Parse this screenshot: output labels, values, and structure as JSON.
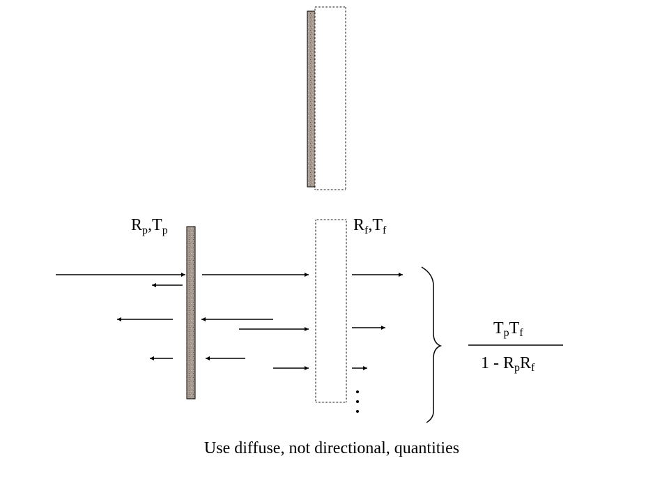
{
  "labels": {
    "pane": {
      "main": "R",
      "sub1": "p",
      "mid": ",T",
      "sub2": "p"
    },
    "film": {
      "main": "R",
      "sub1": "f",
      "mid": ",T",
      "sub2": "f"
    }
  },
  "formula": {
    "numerator": {
      "t1": "T",
      "s1": "p",
      "t2": "T",
      "s2": "f"
    },
    "denominator": {
      "t1": "1 - R",
      "s1": "p",
      "t2": "R",
      "s2": "f"
    }
  },
  "ellipsis": "…",
  "caption": "Use diffuse, not directional, quantities",
  "colors": {
    "pane_fill": "#a89c92",
    "stroke": "#000000"
  }
}
